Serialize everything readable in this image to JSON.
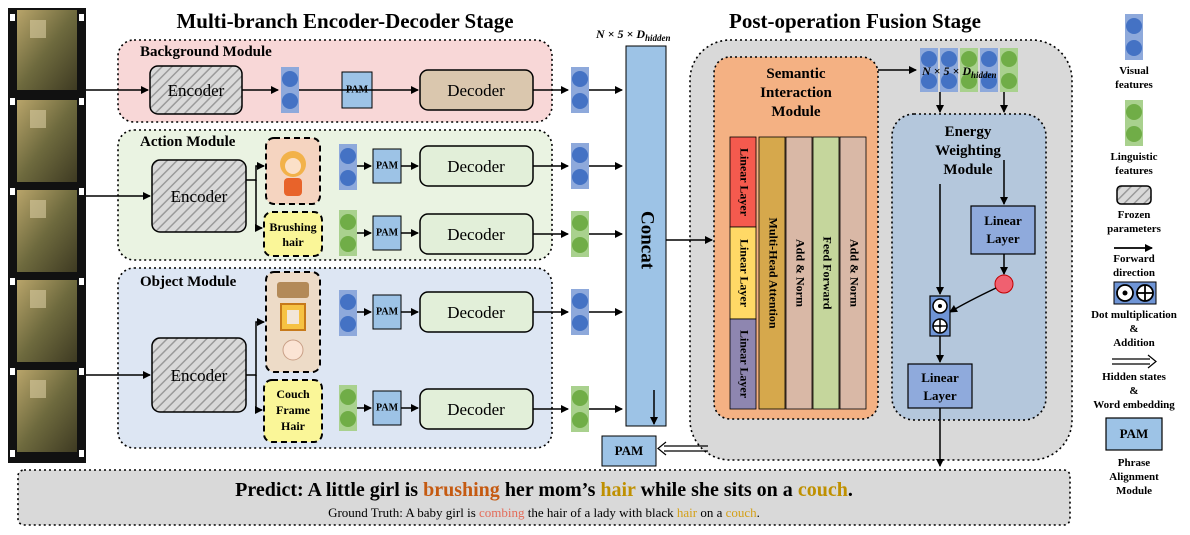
{
  "titles": {
    "left_stage": "Multi-branch Encoder-Decoder Stage",
    "right_stage": "Post-operation Fusion Stage"
  },
  "dims": {
    "concat_dim_prefix": "N × 5 × D",
    "concat_dim_sub": "hidden",
    "fusion_dim_prefix": "N × 5 × D",
    "fusion_dim_sub": "hidden"
  },
  "modules": {
    "background": "Background Module",
    "action": "Action Module",
    "object": "Object Module"
  },
  "blocks": {
    "encoder": "Encoder",
    "decoder": "Decoder",
    "pam": "PAM",
    "concat": "Concat",
    "linear_layer": "Linear Layer",
    "linear_layer_l1": "Linear",
    "linear_layer_l2": "Layer"
  },
  "text_cards": {
    "action_line1": "Brushing",
    "action_line2": "hair",
    "object_line1": "Couch",
    "object_line2": "Frame",
    "object_line3": "Hair"
  },
  "semantic_module": {
    "title_l1": "Semantic",
    "title_l2": "Interaction",
    "title_l3": "Module",
    "columns": [
      "Linear Layer",
      "Linear Layer",
      "Linear Layer",
      "Multi-Head Attention",
      "Add & Norm",
      "Feed Forward",
      "Add & Norm"
    ]
  },
  "energy_module": {
    "title_l1": "Energy",
    "title_l2": "Weighting",
    "title_l3": "Module"
  },
  "prediction": {
    "predict_prefix": "Predict: A little girl is ",
    "predict_w1": "brushing",
    "predict_mid1": " her mom’s ",
    "predict_w2": "hair",
    "predict_mid2": " while she sits on a ",
    "predict_w3": "couch",
    "predict_end": ".",
    "gt_prefix": "Ground Truth: A baby girl is ",
    "gt_w1": "combing",
    "gt_mid1": " the hair of a lady with black ",
    "gt_w2": "hair",
    "gt_mid2": " on a ",
    "gt_w3": "couch",
    "gt_end": "."
  },
  "legend": {
    "visual_l1": "Visual",
    "visual_l2": "features",
    "linguistic_l1": "Linguistic",
    "linguistic_l2": "features",
    "frozen_l1": "Frozen",
    "frozen_l2": "parameters",
    "forward_l1": "Forward",
    "forward_l2": "direction",
    "dot_l1": "Dot multiplication",
    "dot_l2": "&",
    "dot_l3": "Addition",
    "hidden_l1": "Hidden states",
    "hidden_l2": "&",
    "hidden_l3": "Word embedding",
    "pam_label": "PAM",
    "pam_l1": "Phrase",
    "pam_l2": "Alignment",
    "pam_l3": "Module"
  },
  "colors": {
    "visual": "#4472c4",
    "linguistic": "#70ad47",
    "highlight_orange": "#c55a11",
    "highlight_gold": "#bf9000",
    "background_module": "#f8d7d7",
    "action_module": "#eaf3e2",
    "object_module": "#dde6f3"
  }
}
